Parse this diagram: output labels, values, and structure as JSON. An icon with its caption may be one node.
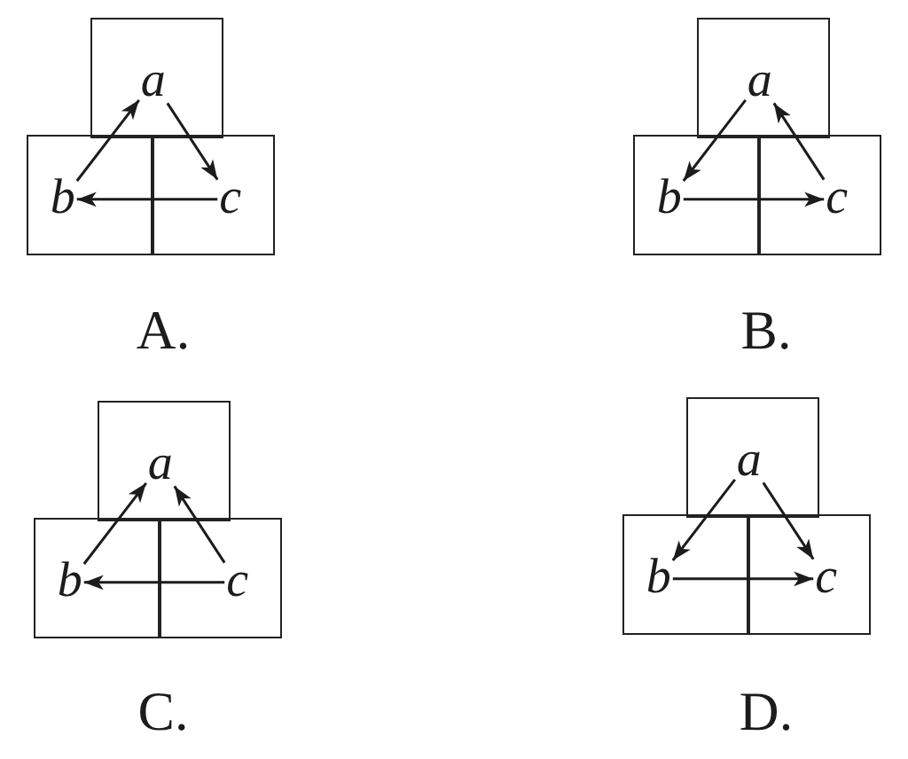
{
  "diagram": {
    "nodes": [
      {
        "text": [],
        "shape": "box"
      },
      {
        "text": [
          "a"
        ],
        "in": 0
      },
      {
        "text": [],
        "shape": "box"
      },
      {
        "text": [
          "b"
        ],
        "in": 2
      },
      {
        "text": [],
        "shape": "box"
      },
      {
        "text": [
          "c"
        ],
        "in": 4
      },
      {
        "text": [],
        "shape": "box"
      },
      {
        "text": [
          "a"
        ],
        "in": 6
      },
      {
        "text": [],
        "shape": "box"
      },
      {
        "text": [
          "b"
        ],
        "in": 8
      },
      {
        "text": [],
        "shape": "box"
      },
      {
        "text": [
          "c"
        ],
        "in": 10
      },
      {
        "text": [],
        "shape": "box"
      },
      {
        "text": [
          "a"
        ],
        "in": 12
      },
      {
        "text": [],
        "shape": "box"
      },
      {
        "text": [
          "b"
        ],
        "in": 14
      },
      {
        "text": [],
        "shape": "box"
      },
      {
        "text": [
          "c"
        ],
        "in": 16
      },
      {
        "text": [],
        "shape": "box"
      },
      {
        "text": [
          "a"
        ],
        "in": 18
      },
      {
        "text": [],
        "shape": "box"
      },
      {
        "text": [
          "b"
        ],
        "in": 20
      },
      {
        "text": [],
        "shape": "box"
      },
      {
        "text": [
          "c"
        ],
        "in": 22
      }
    ],
    "edges": [
      {
        "from": 3,
        "to": 1,
        "arrow": "to"
      },
      {
        "from": 1,
        "to": 5,
        "arrow": "to"
      },
      {
        "from": 5,
        "to": 3,
        "arrow": "to"
      },
      {
        "from": 7,
        "to": 9,
        "arrow": "to"
      },
      {
        "from": 11,
        "to": 7,
        "arrow": "to"
      },
      {
        "from": 9,
        "to": 11,
        "arrow": "to"
      },
      {
        "from": 15,
        "to": 13,
        "arrow": "to"
      },
      {
        "from": 17,
        "to": 13,
        "arrow": "to"
      },
      {
        "from": 17,
        "to": 15,
        "arrow": "to"
      },
      {
        "from": 19,
        "to": 21,
        "arrow": "to"
      },
      {
        "from": 19,
        "to": 23,
        "arrow": "to"
      },
      {
        "from": 21,
        "to": 23,
        "arrow": "to"
      }
    ],
    "labels": [
      "A.",
      "B.",
      "C.",
      "D."
    ]
  }
}
